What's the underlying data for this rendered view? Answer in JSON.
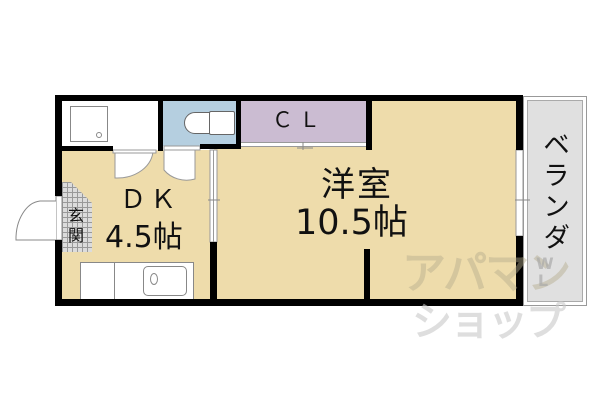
{
  "floorplan": {
    "rooms": {
      "dk": {
        "name": "ＤＫ",
        "size": "4.5帖"
      },
      "western": {
        "name": "洋室",
        "size": "10.5帖"
      },
      "closet": {
        "name": "ＣＬ"
      },
      "entrance": {
        "line1": "玄",
        "line2": "関"
      },
      "veranda": {
        "name": "ベランダ"
      }
    },
    "watermark": {
      "line1": "アパマン",
      "line2": "ショップ",
      "mark": "WL"
    },
    "colors": {
      "floor": "#eedcab",
      "toilet": "#b5cfe0",
      "closet": "#cbbcd2",
      "veranda": "#e0e0e0",
      "entrance_tile": "#dcdcdc",
      "wall": "#000000"
    }
  }
}
